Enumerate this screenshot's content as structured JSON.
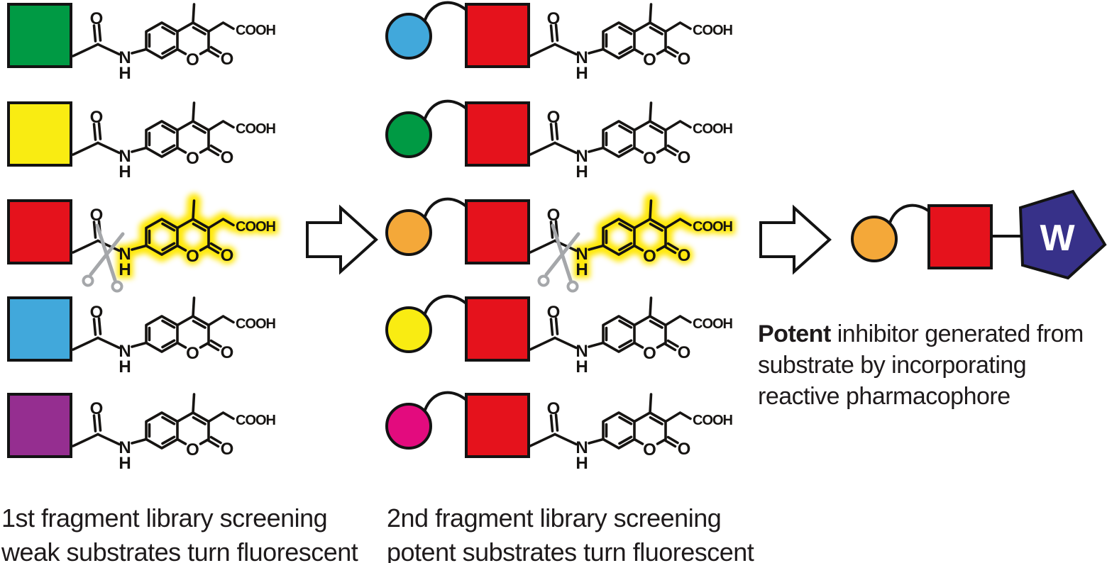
{
  "palette": {
    "green": "#009a44",
    "yellow": "#f9ec12",
    "red": "#e5121c",
    "blue": "#41a8db",
    "purple": "#952e90",
    "orange": "#f4a839",
    "pink": "#e30b7e",
    "navy": "#373189",
    "glow_yellow": "#ffe80a",
    "scissors_gray": "#a5a7aa",
    "ink": "#161412"
  },
  "left_rows": [
    {
      "fragment_color": "#009a44",
      "fluorescent": false
    },
    {
      "fragment_color": "#f9ec12",
      "fluorescent": false
    },
    {
      "fragment_color": "#e5121c",
      "fluorescent": true
    },
    {
      "fragment_color": "#41a8db",
      "fluorescent": false
    },
    {
      "fragment_color": "#952e90",
      "fluorescent": false
    }
  ],
  "middle_rows": [
    {
      "circle_color": "#41a8db",
      "square_color": "#e5121c",
      "fluorescent": false
    },
    {
      "circle_color": "#009a44",
      "square_color": "#e5121c",
      "fluorescent": false
    },
    {
      "circle_color": "#f4a839",
      "square_color": "#e5121c",
      "fluorescent": true
    },
    {
      "circle_color": "#f9ec12",
      "square_color": "#e5121c",
      "fluorescent": false
    },
    {
      "circle_color": "#e30b7e",
      "square_color": "#e5121c",
      "fluorescent": false
    }
  ],
  "product": {
    "circle_color": "#f4a839",
    "square_color": "#e5121c",
    "pentagon_color": "#373189",
    "pentagon_letter": "W"
  },
  "chem_labels": {
    "amide_oxygen": "O",
    "amine_n": "N",
    "amine_h": "H",
    "ring_oxygen": "O",
    "lactone_oxygen": "O",
    "acid_group": "COOH"
  },
  "captions": {
    "left_line1": "1st fragment library screening",
    "left_line2": "weak substrates turn fluorescent",
    "middle_line1": "2nd fragment library screening",
    "middle_line2": "potent substrates turn fluorescent",
    "right_bold": "Potent",
    "right_line1_rest": " inhibitor generated from",
    "right_line2": "substrate by incorporating",
    "right_line3": "reactive pharmacophore"
  }
}
